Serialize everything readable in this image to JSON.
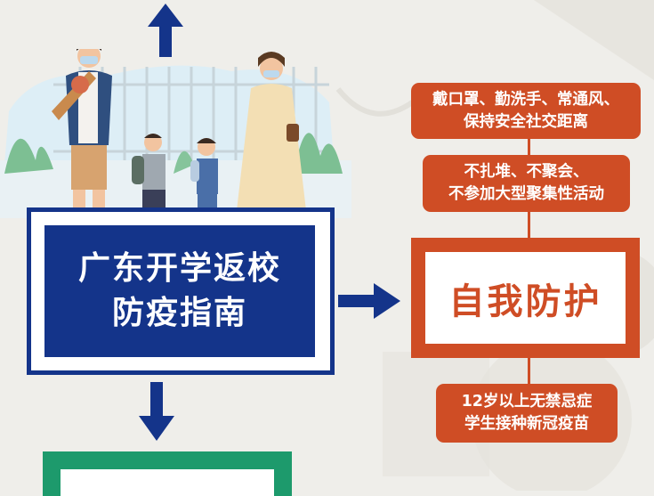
{
  "main": {
    "line1": "广东开学返校",
    "line2": "防疫指南"
  },
  "self_protection": {
    "title": "自我防护"
  },
  "tips": [
    {
      "line1": "戴口罩、勤洗手、常通风、",
      "line2": "保持安全社交距离"
    },
    {
      "line1": "不扎堆、不聚会、",
      "line2": "不参加大型聚集性活动"
    },
    {
      "line1": "12岁以上无禁忌症",
      "line2": "学生接种新冠疫苗"
    }
  ],
  "colors": {
    "navy": "#14348a",
    "orange": "#cf4d25",
    "green": "#1d9a6c",
    "background": "#efeeea"
  },
  "illustration": {
    "subject": "family-with-masks"
  }
}
